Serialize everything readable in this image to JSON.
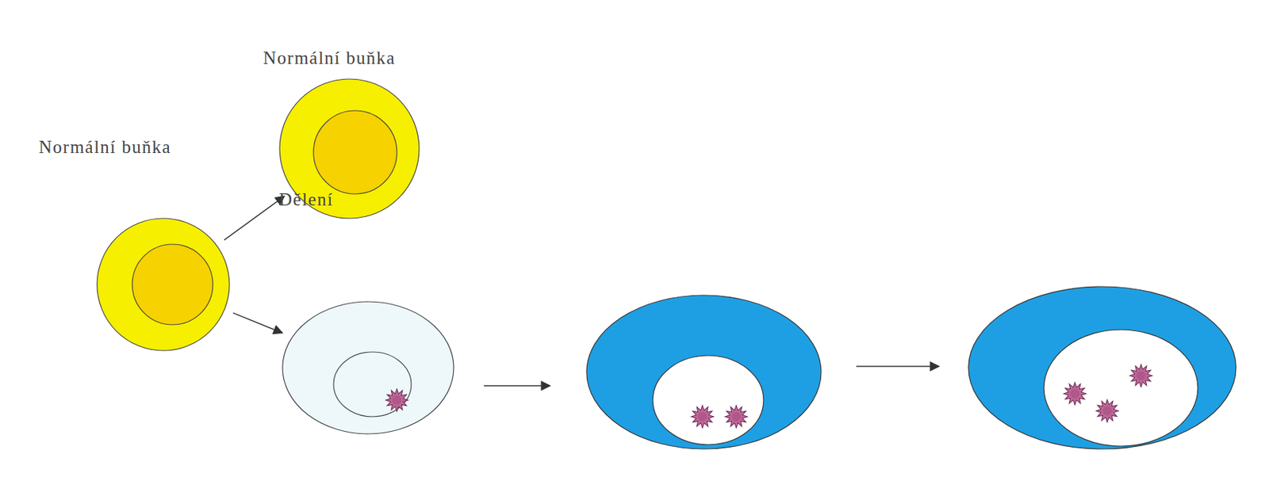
{
  "diagram": {
    "nodes": [
      {
        "text": [
          "Normální buňka"
        ]
      },
      {
        "text": [
          "Normální buňka"
        ]
      },
      {
        "text": [
          "Dělení"
        ]
      }
    ],
    "edges": [
      {
        "from": 0,
        "to": 1,
        "arrow": "to"
      },
      {
        "from": 0,
        "to": 2,
        "arrow": "to"
      }
    ]
  }
}
